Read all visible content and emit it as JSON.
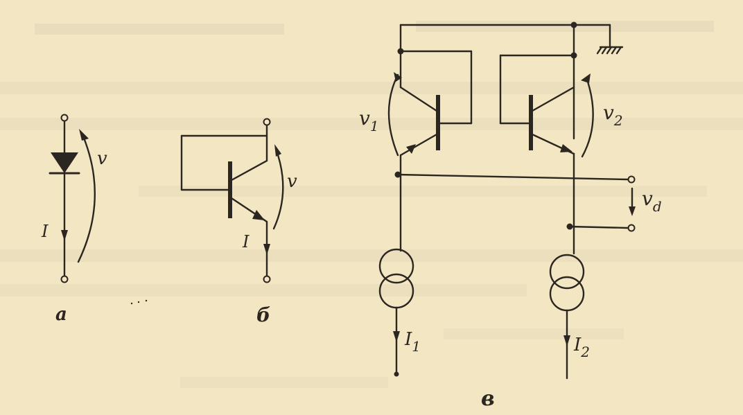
{
  "background_color": "#f3e6c3",
  "ink_color": "#2b2620",
  "labels": {
    "a_voltage": "v",
    "a_current": "I",
    "a_caption": "a",
    "b_voltage": "v",
    "b_current": "I",
    "b_caption": "б",
    "c_v1": "v",
    "c_v1_sub": "1",
    "c_v2": "v",
    "c_v2_sub": "2",
    "c_vd": "v",
    "c_vd_sub": "d",
    "c_i1": "I",
    "c_i1_sub": "1",
    "c_i2": "I",
    "c_i2_sub": "2",
    "c_caption": "в"
  }
}
